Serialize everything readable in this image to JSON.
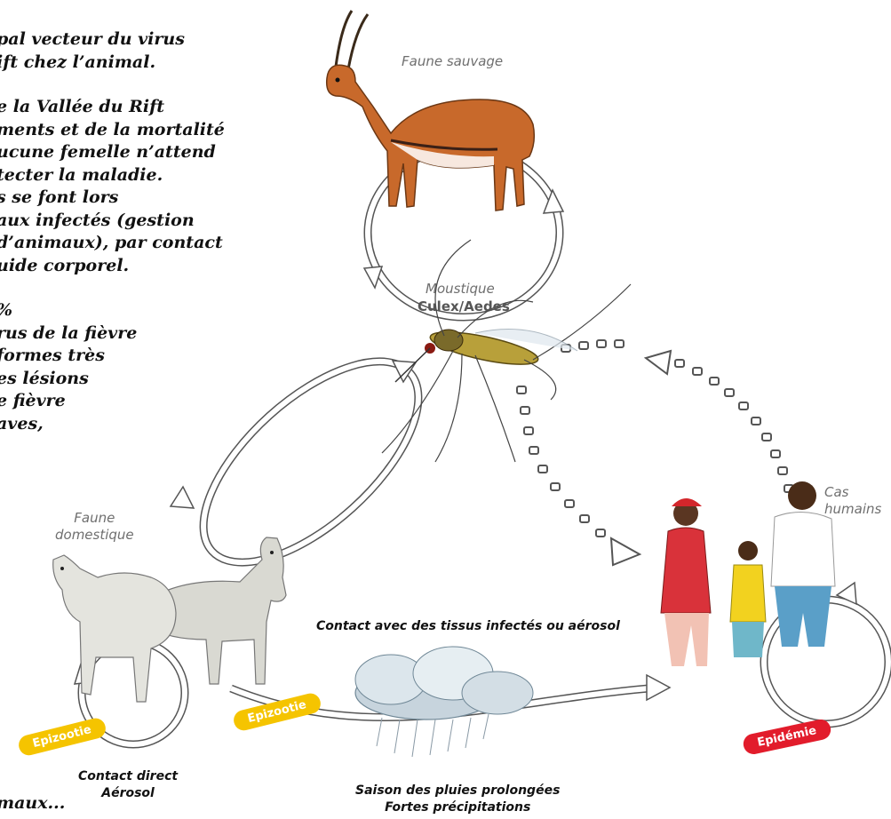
{
  "intro": {
    "lines": [
      "pal vecteur du virus",
      "ift chez l’animal.",
      "",
      "e la Vallée du Rift",
      "ments et de la mortalité",
      "ucune femelle n’attend",
      "tecter la maladie.",
      "s se font lors",
      "aux infectés (gestion",
      "d’animaux), par contact",
      "uide corporel.",
      "",
      "%",
      "rus de la fièvre",
      "formes très",
      "es lésions",
      "e fièvre",
      "aves,"
    ],
    "bottom_fragment": "maux..."
  },
  "labels": {
    "faune_sauvage": "Faune sauvage",
    "moustique": "Moustique",
    "culex_aedes": "Culex/Aedes",
    "faune_domestique": "Faune\ndomestique",
    "cas_humains": "Cas\nhumains",
    "contact_tissus": "Contact avec des tissus infectés ou aérosol",
    "contact_direct": "Contact direct\nAérosol",
    "saison_pluies": "Saison des pluies prolongées\nFortes précipitations"
  },
  "badges": {
    "epizootie_left": "Epizootie",
    "epizootie_center": "Epizootie",
    "epidemie": "Epidémie"
  },
  "colors": {
    "badge_yellow": "#f5c400",
    "badge_red": "#e21c2b",
    "arrow_outline": "#555555",
    "gazelle": "#c8692b",
    "goat": "#d9d9d2",
    "mosquito": "#b8a03a"
  }
}
